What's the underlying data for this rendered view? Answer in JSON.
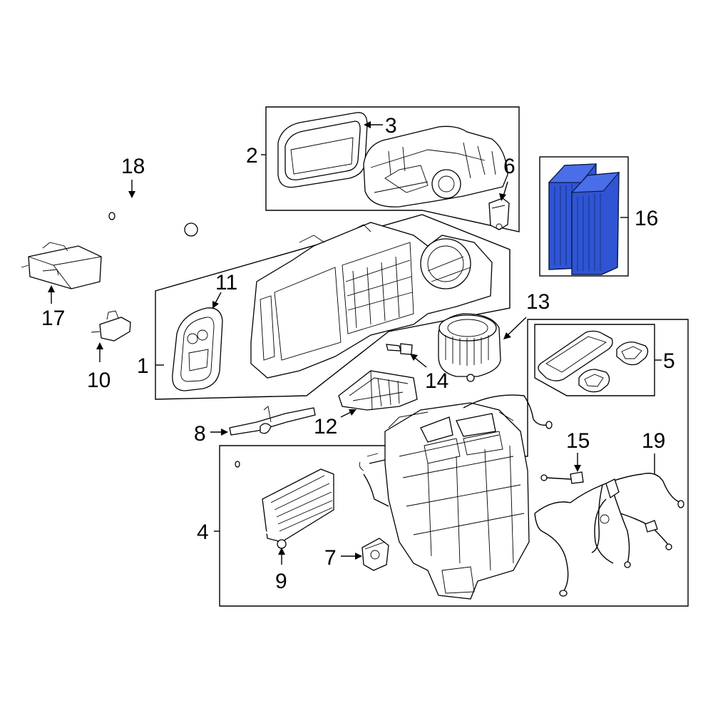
{
  "diagram": {
    "callouts": [
      {
        "id": "1",
        "label": "1"
      },
      {
        "id": "2",
        "label": "2"
      },
      {
        "id": "3",
        "label": "3"
      },
      {
        "id": "4",
        "label": "4"
      },
      {
        "id": "5",
        "label": "5"
      },
      {
        "id": "6",
        "label": "6"
      },
      {
        "id": "7",
        "label": "7"
      },
      {
        "id": "8",
        "label": "8"
      },
      {
        "id": "9",
        "label": "9"
      },
      {
        "id": "10",
        "label": "10"
      },
      {
        "id": "11",
        "label": "11"
      },
      {
        "id": "12",
        "label": "12"
      },
      {
        "id": "13",
        "label": "13"
      },
      {
        "id": "14",
        "label": "14"
      },
      {
        "id": "15",
        "label": "15"
      },
      {
        "id": "16",
        "label": "16"
      },
      {
        "id": "17",
        "label": "17"
      },
      {
        "id": "18",
        "label": "18"
      },
      {
        "id": "19",
        "label": "19"
      }
    ],
    "highlighted_part": "16",
    "colors": {
      "line": "#000000",
      "background": "#ffffff",
      "highlight_fill": "#2f55d4",
      "highlight_outline": "#0d1b4d"
    }
  }
}
